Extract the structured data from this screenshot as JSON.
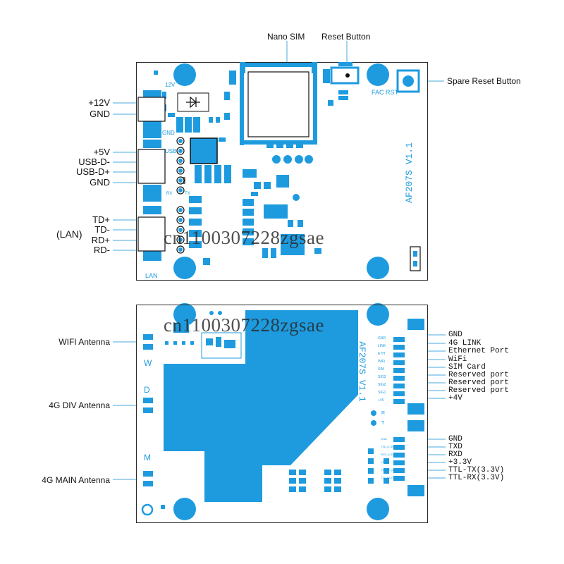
{
  "top_board": {
    "callouts_top": [
      "Nano SIM",
      "Reset Button"
    ],
    "callout_right": "Spare Reset Button",
    "left_labels": {
      "power": [
        "+12V",
        "GND"
      ],
      "usb": [
        "+5V",
        "USB-D-",
        "USB-D+",
        "GND"
      ],
      "lan": [
        "TD+",
        "TD-",
        "RD+",
        "RD-"
      ],
      "lan_group": "(LAN)"
    },
    "silk": {
      "v12": "12V",
      "gnd": "GND",
      "usb": "USB",
      "lan": "LAN",
      "fac_rst": "FAC RST",
      "rx": "RX",
      "tx": "TX",
      "model": "AF207S V1.1"
    }
  },
  "bottom_board": {
    "left_labels": [
      "WIFI Antenna",
      "4G DIV Antenna",
      "4G MAIN Antenna"
    ],
    "silk_letters": [
      "W",
      "D",
      "M"
    ],
    "model": "AF207S V1.1",
    "led_labels": [
      "GND",
      "4G LINK",
      "Ethernet Port",
      "WiFi",
      "SIM Card",
      "Reserved port",
      "Reserved port",
      "Reserved port",
      "+4V"
    ],
    "led_silk": [
      "GND",
      "LINK",
      "ETH",
      "WiFi",
      "SIM",
      "SIG3",
      "SIG2",
      "SIG1",
      "+4V"
    ],
    "serial_labels": [
      "GND",
      "TXD",
      "RXD",
      "+3.3V",
      "TTL-TX(3.3V)",
      "TTL-RX(3.3V)"
    ],
    "serial_silk": [
      "GND",
      "TXD (1.8V)",
      "RXD (1.8V)",
      "+3.3V",
      "TTL-TX (3.3V)",
      "TTL-RX (3.3V)"
    ],
    "silk_rt": [
      "R",
      "T"
    ]
  },
  "watermark": "cn1100307228zgsae",
  "colors": {
    "pcb_blue": "#1e9bdf",
    "line_blue": "#4aa8dd",
    "outline": "#2a2a2a"
  }
}
